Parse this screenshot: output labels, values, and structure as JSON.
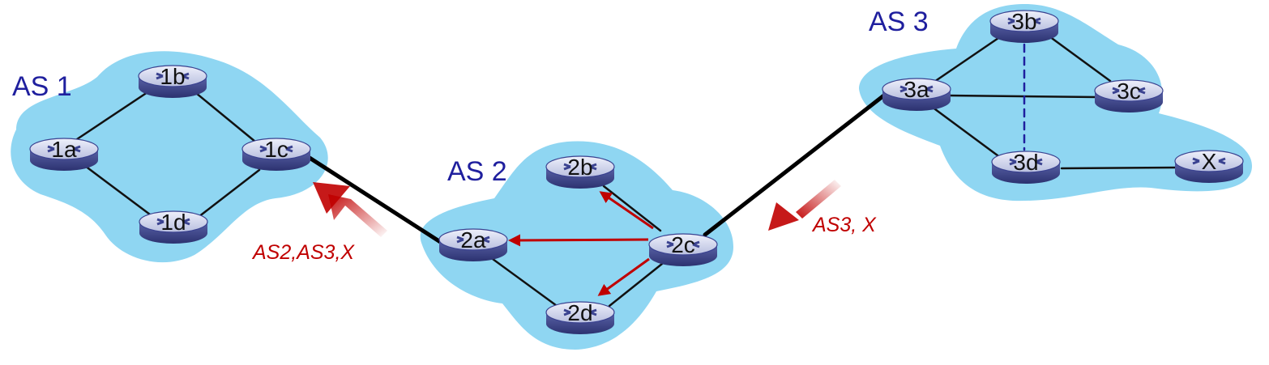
{
  "colors": {
    "cloud": "#8fd6f2",
    "as_label": "#1f1f9e",
    "route_arrow": "#c00000",
    "link": "#111111",
    "ibgp_dashed": "#1f1f9e"
  },
  "autonomous_systems": [
    {
      "id": "as1",
      "label": "AS 1"
    },
    {
      "id": "as2",
      "label": "AS 2"
    },
    {
      "id": "as3",
      "label": "AS 3"
    }
  ],
  "routers": [
    {
      "id": "1a",
      "label": "1a"
    },
    {
      "id": "1b",
      "label": "1b"
    },
    {
      "id": "1c",
      "label": "1c"
    },
    {
      "id": "1d",
      "label": "1d"
    },
    {
      "id": "2a",
      "label": "2a"
    },
    {
      "id": "2b",
      "label": "2b"
    },
    {
      "id": "2c",
      "label": "2c"
    },
    {
      "id": "2d",
      "label": "2d"
    },
    {
      "id": "3a",
      "label": "3a"
    },
    {
      "id": "3b",
      "label": "3b"
    },
    {
      "id": "3c",
      "label": "3c"
    },
    {
      "id": "3d",
      "label": "3d"
    },
    {
      "id": "x",
      "label": "X"
    }
  ],
  "links": [
    {
      "from": "1a",
      "to": "1b",
      "type": "intra"
    },
    {
      "from": "1a",
      "to": "1d",
      "type": "intra"
    },
    {
      "from": "1b",
      "to": "1c",
      "type": "intra"
    },
    {
      "from": "1d",
      "to": "1c",
      "type": "intra"
    },
    {
      "from": "1c",
      "to": "2a",
      "type": "inter"
    },
    {
      "from": "2a",
      "to": "2d",
      "type": "intra"
    },
    {
      "from": "2b",
      "to": "2c",
      "type": "intra"
    },
    {
      "from": "2d",
      "to": "2c",
      "type": "intra"
    },
    {
      "from": "2c",
      "to": "3a",
      "type": "inter"
    },
    {
      "from": "3a",
      "to": "3b",
      "type": "intra"
    },
    {
      "from": "3a",
      "to": "3c",
      "type": "intra"
    },
    {
      "from": "3a",
      "to": "3d",
      "type": "intra"
    },
    {
      "from": "3b",
      "to": "3c",
      "type": "intra"
    },
    {
      "from": "3b",
      "to": "3d",
      "type": "ibgp-dashed"
    },
    {
      "from": "3d",
      "to": "x",
      "type": "intra"
    }
  ],
  "route_advertisements": [
    {
      "id": "adv-as3-to-as2",
      "label": "AS3, X"
    },
    {
      "id": "adv-as2-to-as1",
      "label": "AS2,AS3,X"
    }
  ],
  "internal_propagation": [
    {
      "from": "2c",
      "to": "2a"
    },
    {
      "from": "2c",
      "to": "2b"
    },
    {
      "from": "2c",
      "to": "2d"
    }
  ]
}
